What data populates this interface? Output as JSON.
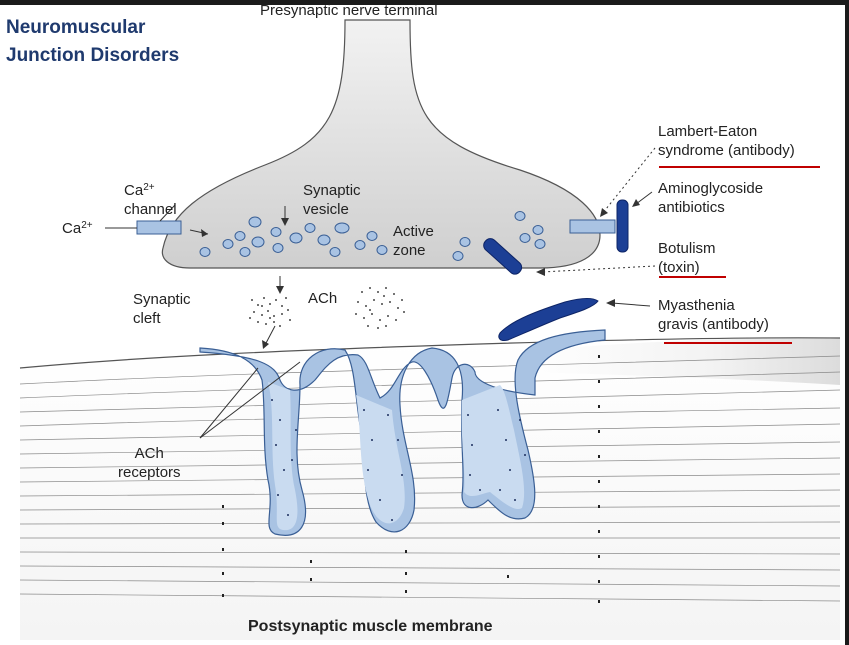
{
  "slide": {
    "title_line1": "Neuromuscular",
    "title_line2": "Junction Disorders"
  },
  "diagram": {
    "presynaptic": "Presynaptic nerve terminal",
    "postsynaptic": "Postsynaptic muscle membrane",
    "ca_channel_label": "channel",
    "ca_ion_label": "Ca",
    "superscript": "2+",
    "synaptic_vesicle_line1": "Synaptic",
    "synaptic_vesicle_line2": "vesicle",
    "active_zone_line1": "Active",
    "active_zone_line2": "zone",
    "synaptic_cleft_line1": "Synaptic",
    "synaptic_cleft_line2": "cleft",
    "ach": "ACh",
    "ach_receptors_line1": "ACh",
    "ach_receptors_line2": "receptors",
    "lambert_line1": "Lambert-Eaton",
    "lambert_line2": "syndrome (antibody)",
    "amino_line1": "Aminoglycoside",
    "amino_line2": "antibiotics",
    "botulism_line1": "Botulism",
    "botulism_line2": "(toxin)",
    "myasthenia_line1": "Myasthenia",
    "myasthenia_line2": "gravis (antibody)"
  },
  "colors": {
    "title": "#1f3a6e",
    "underline": "#c00000",
    "membrane": "#a9c3e3",
    "antibody": "#1c3f95",
    "terminal": "#d6d6d6"
  }
}
